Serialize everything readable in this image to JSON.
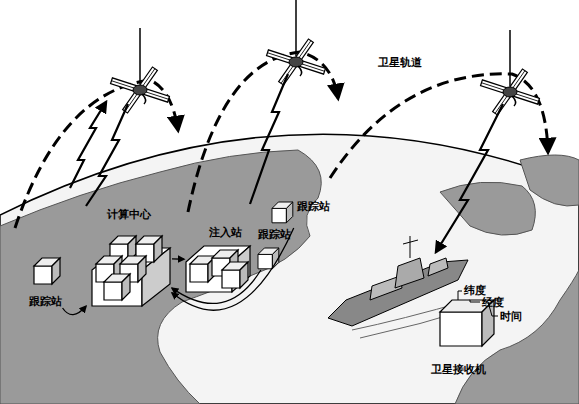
{
  "diagram": {
    "nodes": [
      {
        "text": [
          "计算中心"
        ]
      },
      {
        "text": [
          "注入站"
        ]
      },
      {
        "text": [
          "跟踪站"
        ]
      },
      {
        "text": [
          "跟踪站"
        ]
      },
      {
        "text": [
          "跟踪站"
        ]
      },
      {
        "text": [
          "卫星接收机"
        ]
      }
    ],
    "edges": [
      {
        "from": 2,
        "to": 0,
        "arrow": "to"
      },
      {
        "from": 3,
        "to": 0,
        "arrow": "to"
      },
      {
        "from": 4,
        "to": 0,
        "arrow": "to"
      },
      {
        "from": 0,
        "to": 1,
        "arrow": "to"
      }
    ],
    "labels": [
      "卫星轨道",
      "纬度",
      "经度",
      "时间"
    ]
  }
}
